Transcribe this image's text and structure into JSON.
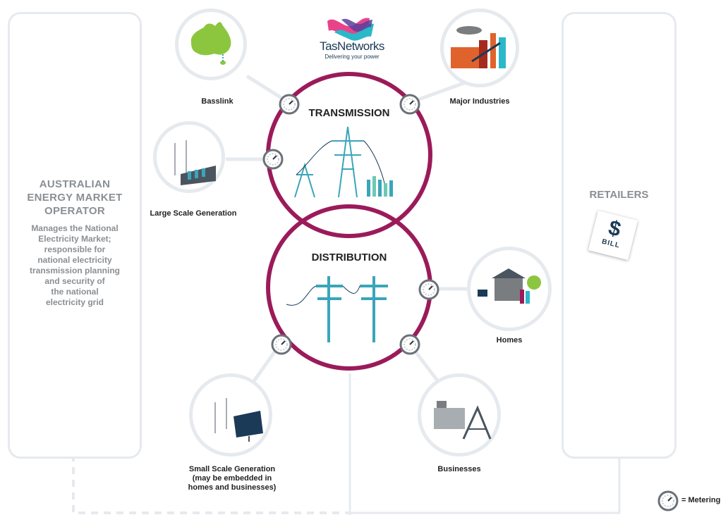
{
  "aemo": {
    "title_lines": [
      "AUSTRALIAN",
      "ENERGY MARKET",
      "OPERATOR"
    ],
    "description_lines": [
      "Manages the National",
      "Electricity Market;",
      "responsible for",
      "national electricity",
      "transmission planning",
      "and security of",
      "the national",
      "electricity grid"
    ]
  },
  "retailers": {
    "title": "RETAILERS",
    "bill_symbol": "$",
    "bill_text": "BILL"
  },
  "logo": {
    "name": "TasNetworks",
    "tagline": "Delivering your power"
  },
  "transmission": {
    "title": "TRANSMISSION"
  },
  "distribution": {
    "title": "DISTRIBUTION"
  },
  "nodes": {
    "basslink": "Basslink",
    "major_industries": "Major Industries",
    "large_scale": "Large Scale Generation",
    "homes": "Homes",
    "small_scale_lines": [
      "Small Scale Generation",
      "(may be embedded in",
      "homes and businesses)"
    ],
    "businesses": "Businesses"
  },
  "legend": {
    "label": "= Metering",
    "icon": "meter-gauge-icon"
  },
  "colors": {
    "ring": "#9b1b5a",
    "panel_border": "#e6eaee",
    "muted_text": "#8a8f94",
    "navy": "#1b3a57"
  }
}
